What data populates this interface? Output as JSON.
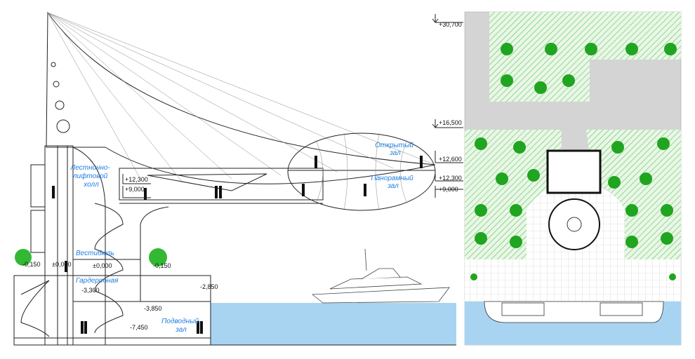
{
  "section": {
    "rooms": {
      "stair_hall": [
        "Лестнично-",
        "лифтовой",
        "холл"
      ],
      "vestibule": "Вестибюль",
      "cloakroom": "Гардеробная",
      "underwater_hall": [
        "Подводный",
        "зал"
      ],
      "open_hall": [
        "Открытый",
        "зал"
      ],
      "panoramic_hall": [
        "Панорамный",
        "зал"
      ]
    },
    "elevations": {
      "top": "+30,700",
      "e16500": "+16,500",
      "e12600": "+12,600",
      "e12300_right": "+12,300",
      "e9000_right": "+9,000",
      "e12300_left": "+12,300",
      "e9000_left": "+9,000",
      "m0150_left": "-0,150",
      "zero_left": "±0,000",
      "zero_right": "±0,000",
      "m0150_right": "-0,150",
      "m3300": "-3,300",
      "m2850": "-2,850",
      "m3850": "-3,850",
      "m7450": "-7,450"
    }
  },
  "colors": {
    "water": "#a8d4f2",
    "label": "#1e7fe0",
    "green": "#22b522",
    "road": "#d4d4d4"
  }
}
